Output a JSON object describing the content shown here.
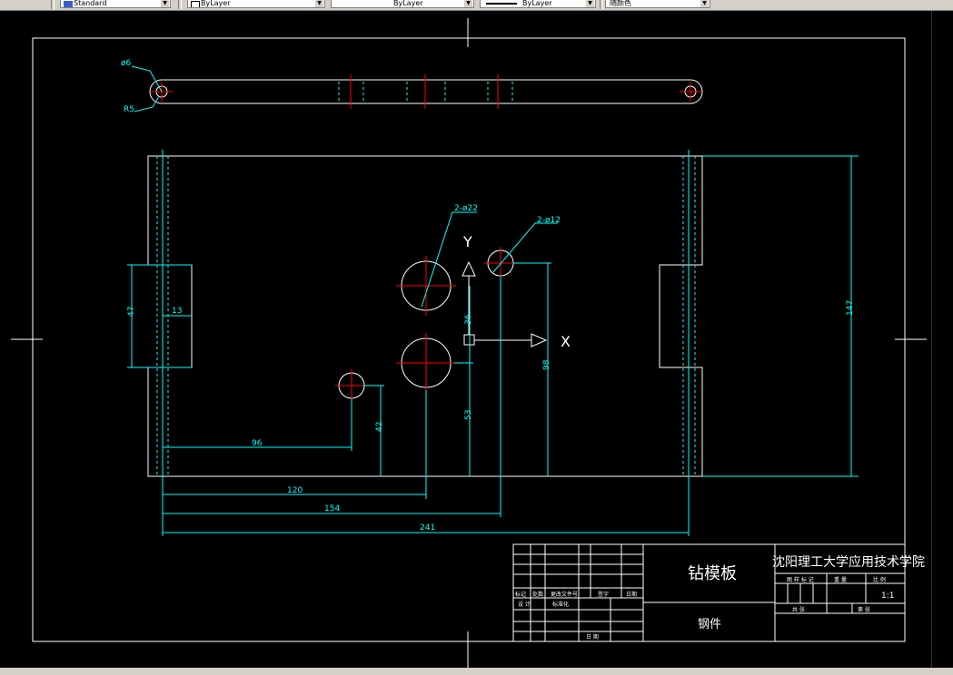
{
  "toolbar": {
    "text_style": "Standard",
    "layer": "ByLayer",
    "linetype": "ByLayer",
    "lineweight": "ByLayer",
    "plot_style": "随颜色"
  },
  "colors": {
    "dimension": "#00ffff",
    "outline": "#ffffff",
    "center": "#ff0000",
    "background": "#000000"
  },
  "drawing": {
    "top_view_labels": {
      "hole_dia": "ø6",
      "radius": "R5"
    },
    "front_view": {
      "big_holes_note": "2-ø22",
      "small_holes_note": "2-ø12",
      "dims": {
        "d47": "47",
        "d13": "13",
        "d36": "36",
        "d96": "96",
        "d42": "42",
        "d120": "120",
        "d154": "154",
        "d241": "241",
        "d53": "53",
        "d98": "98",
        "d147": "147"
      },
      "ucs": {
        "x": "X",
        "y": "Y"
      }
    },
    "title_block": {
      "part_name": "钻模板",
      "material": "钢件",
      "school": "沈阳理工大学应用技术学院",
      "scale": "1:1",
      "cells": {
        "biaoji": "标记",
        "chushu": "处数",
        "fenqu": "更改文件号",
        "qianming": "签字",
        "riqi": "日期",
        "sheji": "设 计",
        "biaozhunhua": "标准化",
        "riqi2": "日 期",
        "jieduan": "图 样 标 记",
        "zhongliang": "重 量",
        "bili": "比 例",
        "gong": "共  张",
        "di": "第  张"
      }
    }
  }
}
